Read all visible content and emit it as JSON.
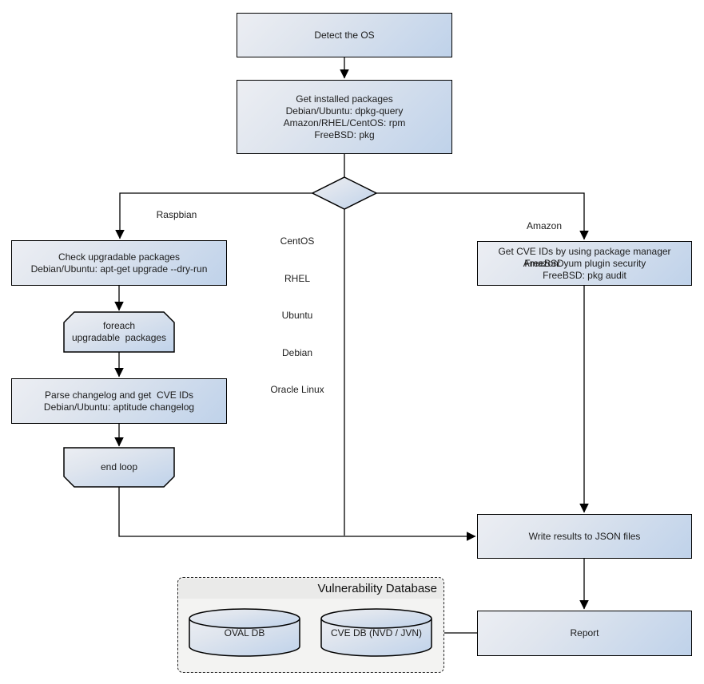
{
  "colors": {
    "node_fill_start": "#eceef3",
    "node_fill_end": "#bfd2ea",
    "node_border": "#000000",
    "connector": "#000000",
    "container_fill": "#f3f3f2",
    "container_header": "#eaeae9",
    "text": "#1c1c1c"
  },
  "nodes": {
    "detect_os": {
      "lines": [
        "Detect the OS"
      ]
    },
    "get_installed": {
      "lines": [
        "Get installed packages",
        "Debian/Ubuntu: dpkg-query",
        "Amazon/RHEL/CentOS: rpm",
        "FreeBSD: pkg"
      ]
    },
    "check_upgradable": {
      "lines": [
        "Check upgradable packages",
        "Debian/Ubuntu: apt-get upgrade --dry-run"
      ]
    },
    "foreach_loop": {
      "lines": [
        "foreach",
        "upgradable  packages"
      ]
    },
    "parse_changelog": {
      "lines": [
        "Parse changelog and get  CVE IDs",
        "Debian/Ubuntu: aptitude changelog"
      ]
    },
    "end_loop": {
      "lines": [
        "end loop"
      ]
    },
    "get_cve_ids": {
      "lines": [
        "Get CVE IDs by using package manager",
        "Amazon: yum plugin security",
        "FreeBSD: pkg audit"
      ]
    },
    "write_results": {
      "lines": [
        "Write results to JSON files"
      ]
    },
    "report": {
      "lines": [
        "Report"
      ]
    }
  },
  "edge_labels": {
    "left_branch": "Raspbian",
    "center_branch": [
      "CentOS",
      "RHEL",
      "Ubuntu",
      "Debian",
      "Oracle Linux"
    ],
    "right_branch": [
      "Amazon",
      "FreeBSD"
    ]
  },
  "database": {
    "title": "Vulnerability Database",
    "cylinders": [
      "OVAL DB",
      "CVE DB (NVD / JVN)"
    ]
  }
}
